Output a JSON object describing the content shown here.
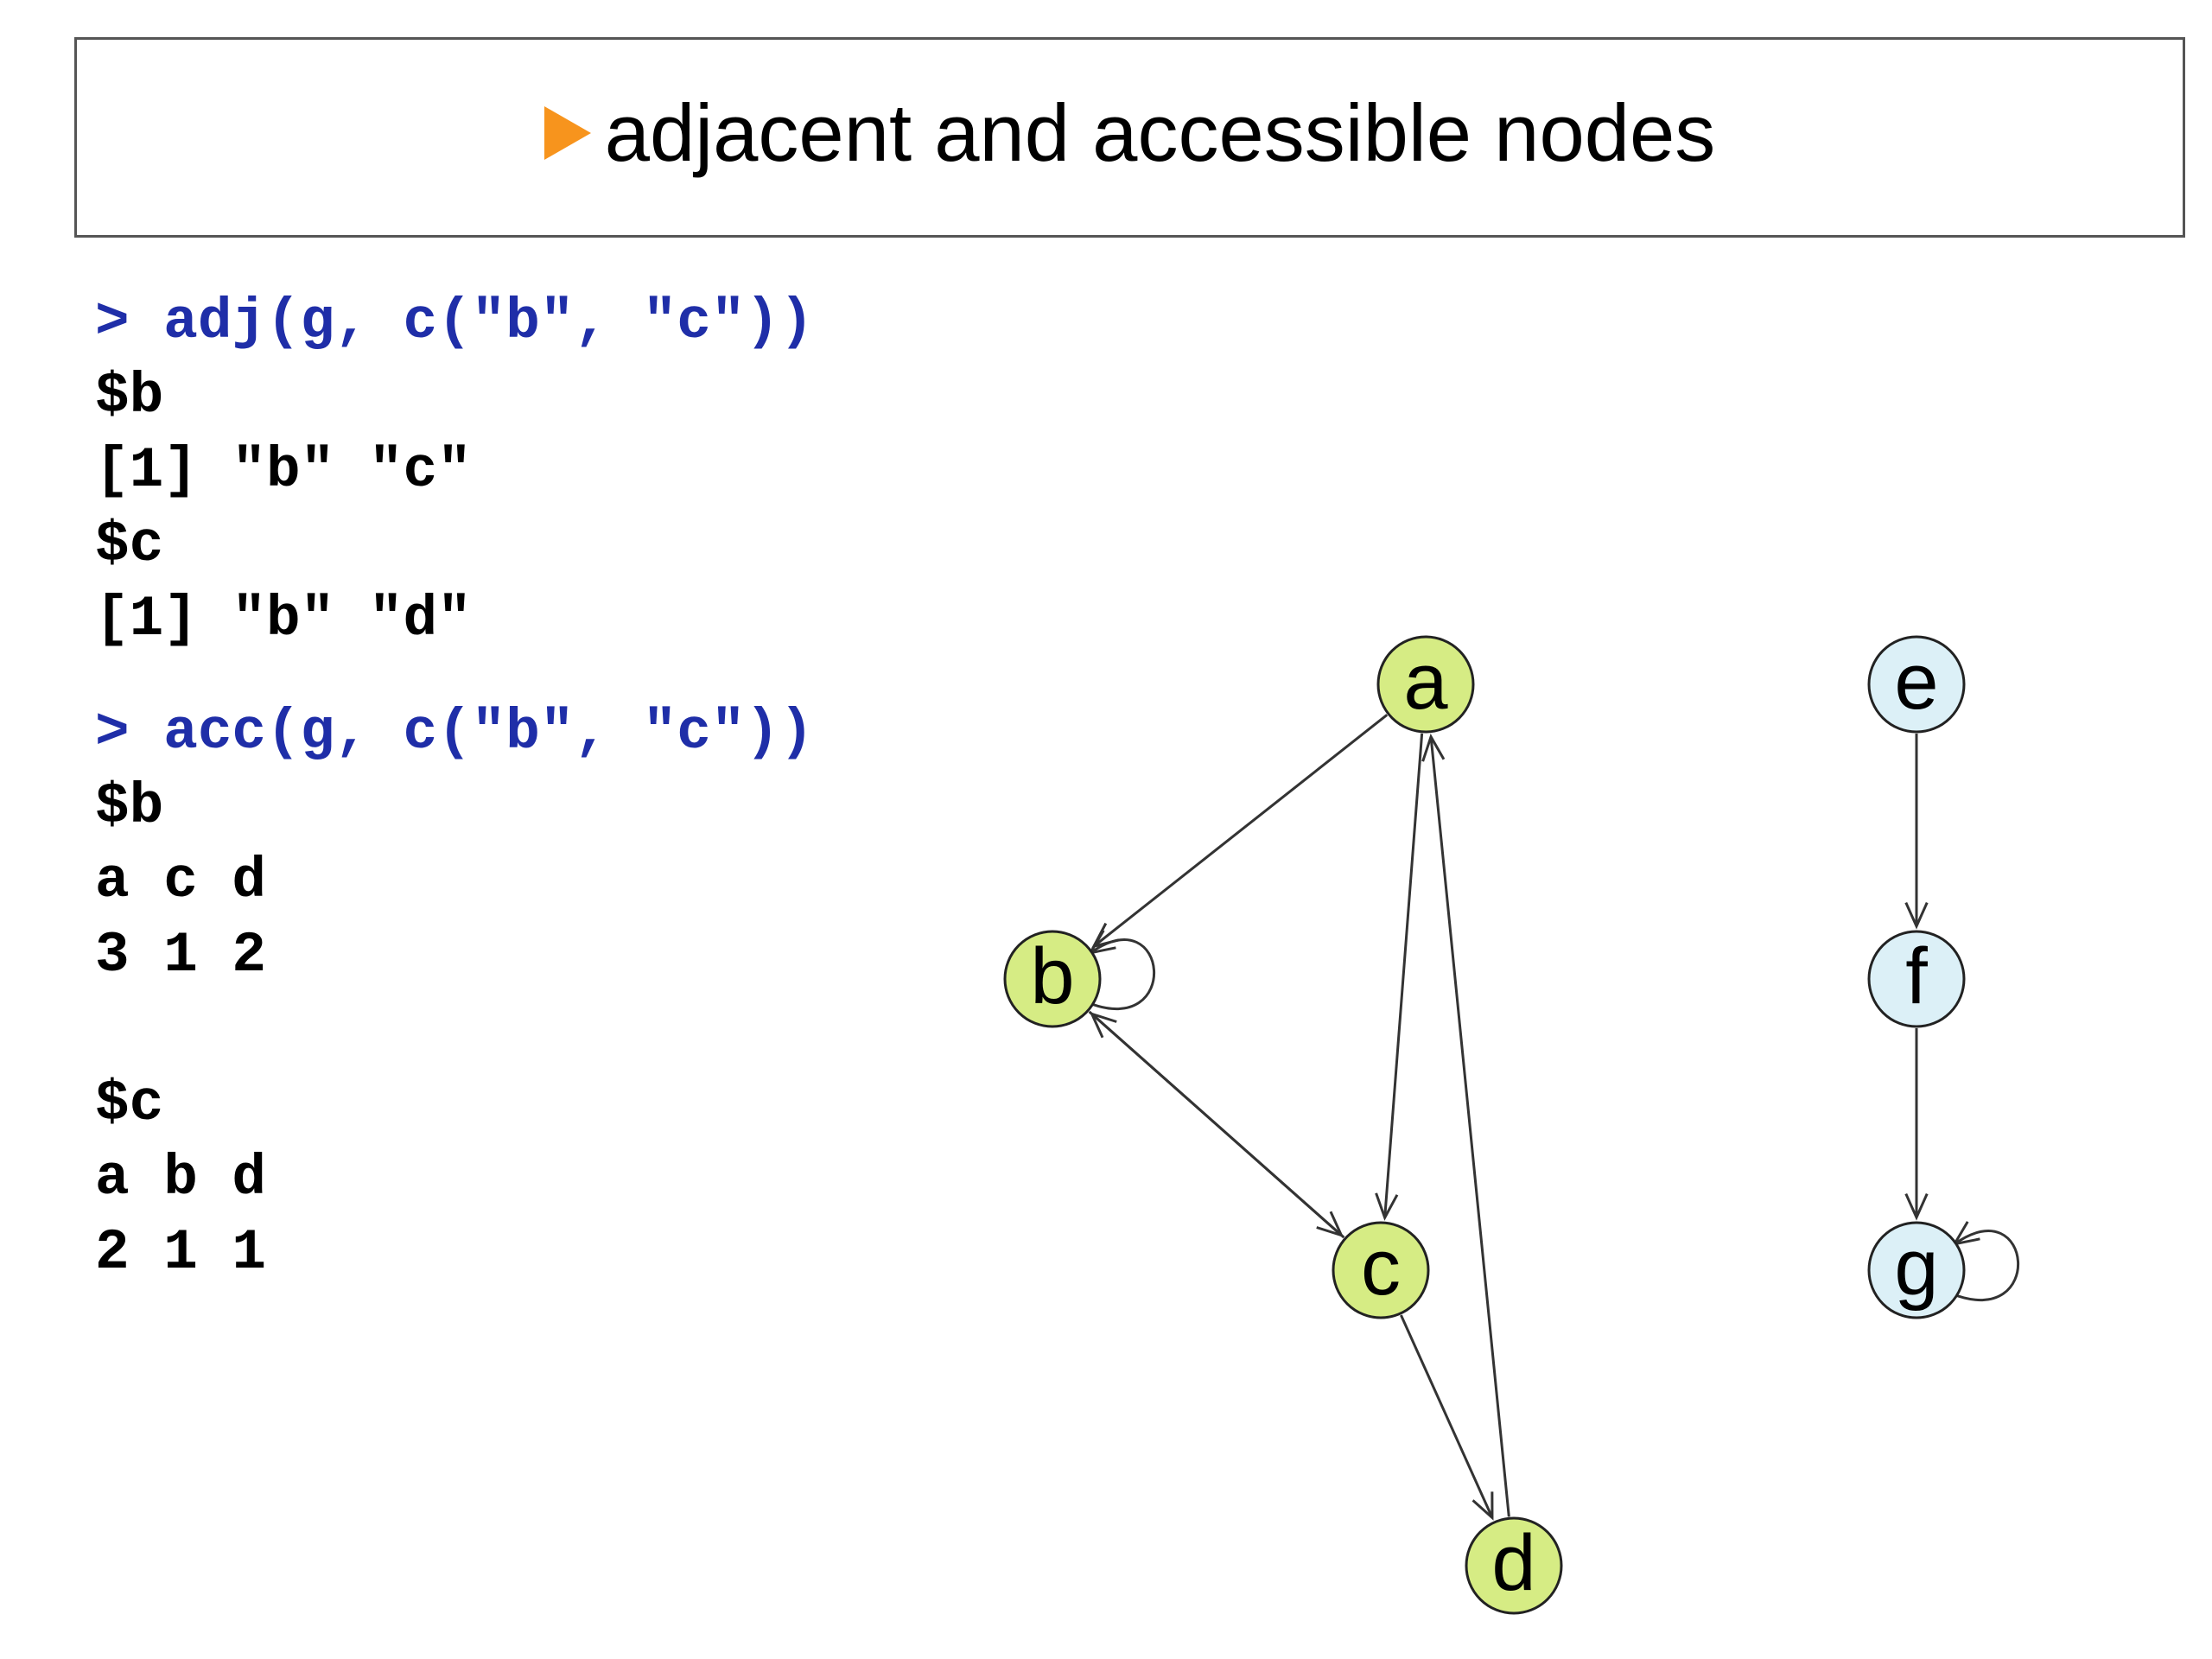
{
  "title": "adjacent and accessible nodes",
  "code_block_1": {
    "command": "> adj(g, c(\"b\", \"c\"))",
    "output": [
      "$b",
      "[1] \"b\" \"c\"",
      "$c",
      "[1] \"b\" \"d\""
    ]
  },
  "code_block_2": {
    "command": "> acc(g, c(\"b\", \"c\"))",
    "output": [
      "$b",
      "a c d",
      "3 1 2",
      "",
      "$c",
      "a b d",
      "2 1 1"
    ]
  },
  "colors": {
    "bullet": "#f7941d",
    "command_text": "#1f2ea8",
    "green_node": "#d6ec84",
    "blue_node": "#dcf0f7"
  },
  "graph": {
    "nodes": [
      {
        "id": "a",
        "label": "a",
        "group": "green"
      },
      {
        "id": "b",
        "label": "b",
        "group": "green"
      },
      {
        "id": "c",
        "label": "c",
        "group": "green"
      },
      {
        "id": "d",
        "label": "d",
        "group": "green"
      },
      {
        "id": "e",
        "label": "e",
        "group": "blue"
      },
      {
        "id": "f",
        "label": "f",
        "group": "blue"
      },
      {
        "id": "g",
        "label": "g",
        "group": "blue"
      }
    ],
    "edges": [
      {
        "from": "a",
        "to": "b"
      },
      {
        "from": "a",
        "to": "c"
      },
      {
        "from": "b",
        "to": "c"
      },
      {
        "from": "c",
        "to": "b"
      },
      {
        "from": "c",
        "to": "d"
      },
      {
        "from": "d",
        "to": "a"
      },
      {
        "from": "b",
        "to": "b"
      },
      {
        "from": "e",
        "to": "f"
      },
      {
        "from": "f",
        "to": "g"
      },
      {
        "from": "g",
        "to": "g"
      }
    ]
  }
}
